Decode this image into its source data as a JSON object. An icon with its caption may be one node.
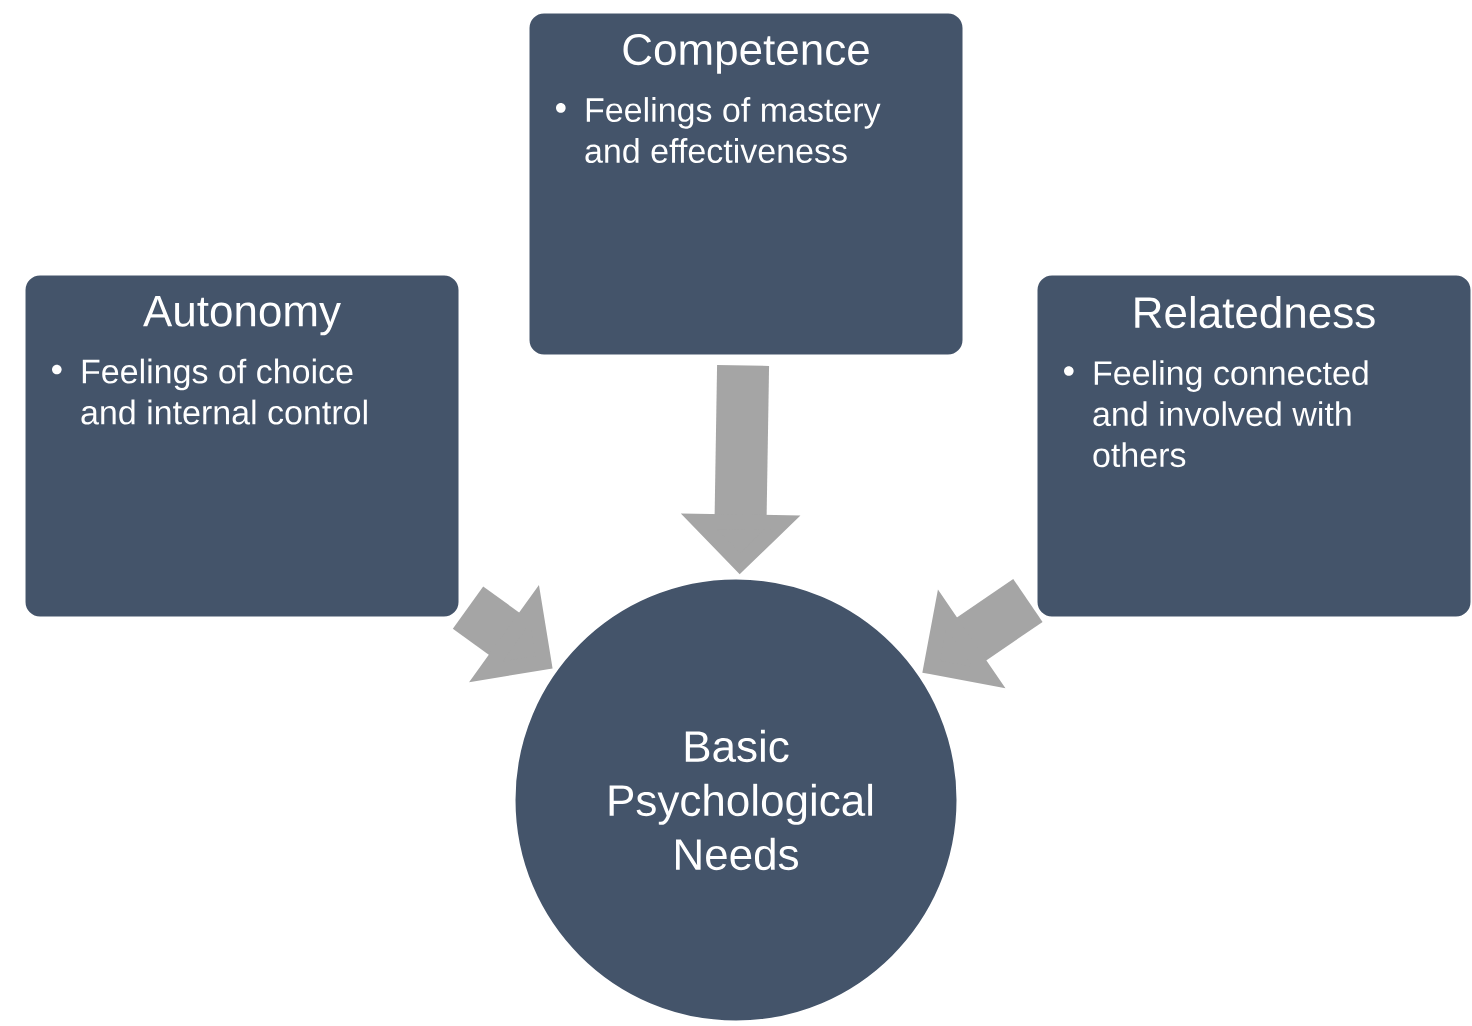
{
  "diagram": {
    "nodes": [
      {
        "text": [
          "Autonomy",
          "Feelings of choice and internal control"
        ]
      },
      {
        "text": [
          "Competence",
          "Feelings of mastery and effectiveness"
        ]
      },
      {
        "text": [
          "Relatedness",
          "Feeling connected and involved with others"
        ]
      },
      {
        "text": [
          "Basic Psychological Needs"
        ]
      }
    ],
    "edges": [
      {
        "from": 0,
        "to": 3,
        "arrow": "to"
      },
      {
        "from": 1,
        "to": 3,
        "arrow": "to"
      },
      {
        "from": 2,
        "to": 3,
        "arrow": "to"
      }
    ]
  }
}
